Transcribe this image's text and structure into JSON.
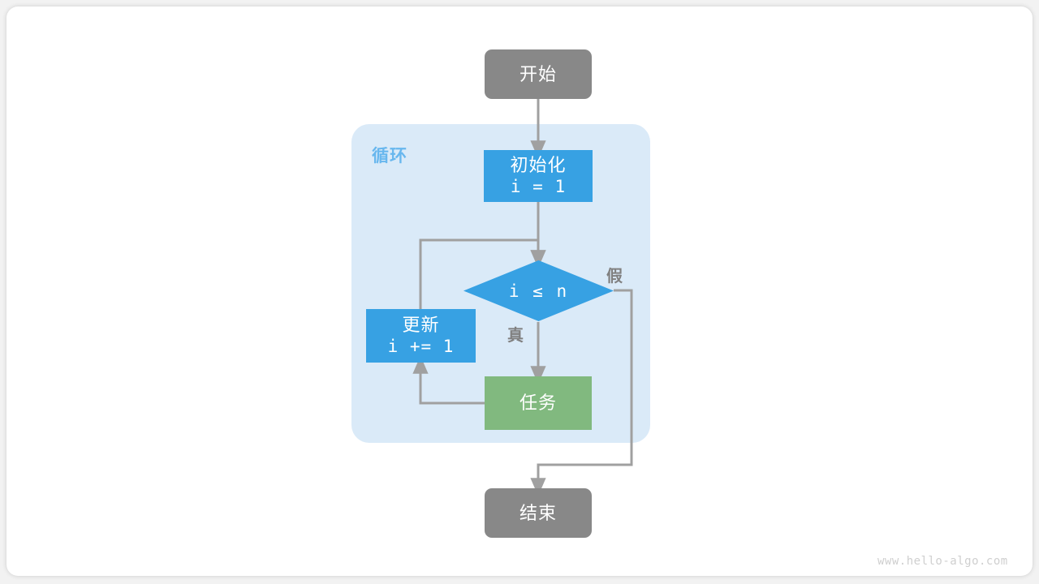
{
  "diagram": {
    "title": "for-loop-flowchart",
    "loop_container": {
      "label": "循环"
    },
    "nodes": {
      "start": {
        "label": "开始",
        "shape": "terminal",
        "color": "#888888"
      },
      "init": {
        "label": "初始化",
        "code": "i = 1",
        "shape": "process",
        "color": "#37a1e3"
      },
      "decision": {
        "label": "i ≤ n",
        "shape": "diamond",
        "color": "#37a1e3"
      },
      "update": {
        "label": "更新",
        "code": "i += 1",
        "shape": "process",
        "color": "#37a1e3"
      },
      "task": {
        "label": "任务",
        "shape": "process",
        "color": "#81b97f"
      },
      "end": {
        "label": "结束",
        "shape": "terminal",
        "color": "#888888"
      }
    },
    "edge_labels": {
      "true": "真",
      "false": "假"
    },
    "colors": {
      "blue": "#37a1e3",
      "green": "#81b97f",
      "gray": "#888888",
      "loop_bg": "#daeaf8",
      "loop_label": "#68b7ee",
      "edge": "#a0a0a0",
      "canvas": "#ffffff"
    }
  },
  "watermark": {
    "text": "www.hello-algo.com"
  }
}
